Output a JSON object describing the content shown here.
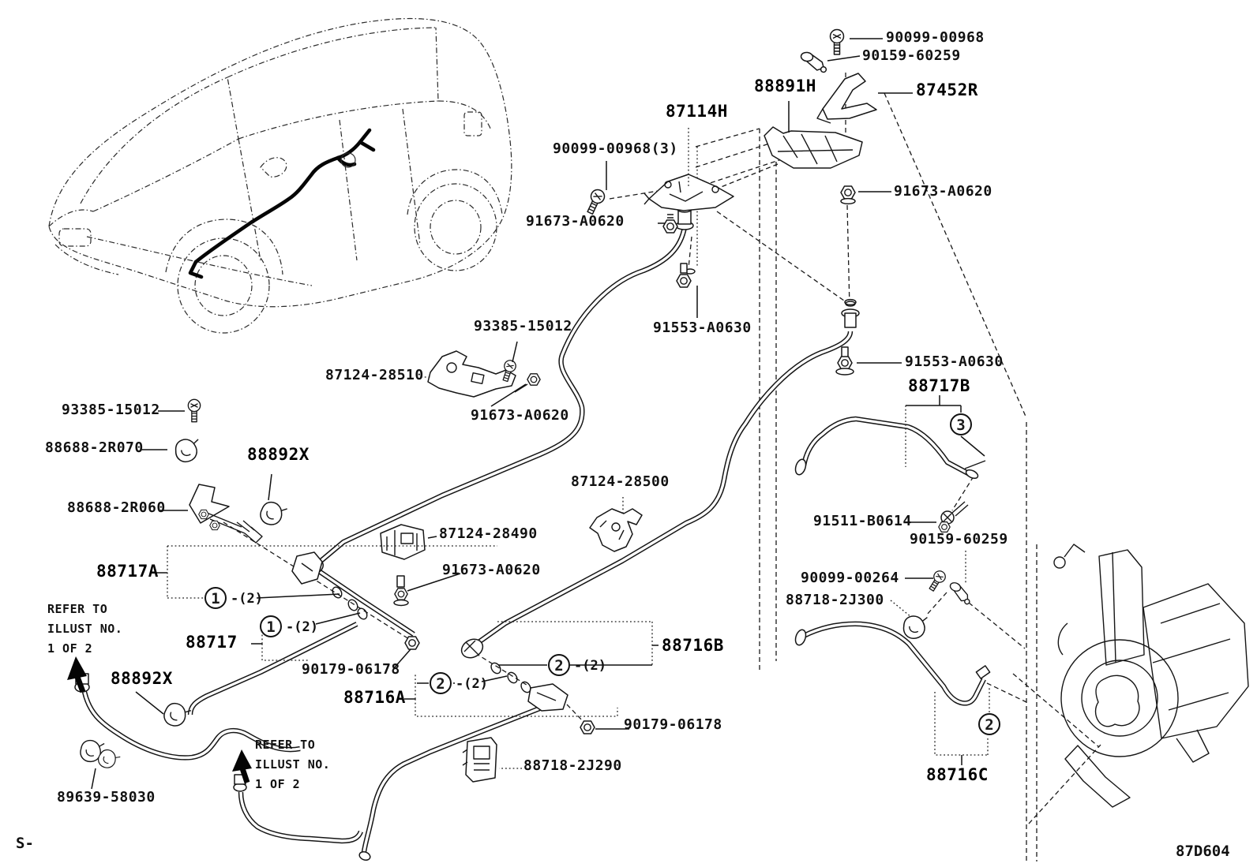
{
  "diagram": {
    "kind": "parts-diagram",
    "footer_left": "S-",
    "footer_right": "87D604"
  },
  "colors": {
    "ink": "#1b1b1b",
    "background": "#ffffff"
  },
  "labels": {
    "n90099_00968": "90099-00968",
    "n90159_60259": "90159-60259",
    "n88891H": "88891H",
    "n87452R": "87452R",
    "n91673_A0620": "91673-A0620",
    "n87114H": "87114H",
    "n90099_00968_3": "90099-00968(3)",
    "n91553_A0630": "91553-A0630",
    "n88717B": "88717B",
    "n93385_15012": "93385-15012",
    "n87124_28510": "87124-28510",
    "n88688_2R070": "88688-2R070",
    "n88892X": "88892X",
    "n88688_2R060": "88688-2R060",
    "n87124_28500": "87124-28500",
    "n87124_28490": "87124-28490",
    "n88717A": "88717A",
    "n88717": "88717",
    "n90179_06178": "90179-06178",
    "n88716B": "88716B",
    "n88716A": "88716A",
    "n88718_2J290": "88718-2J290",
    "n91511_B0614": "91511-B0614",
    "n90099_00264": "90099-00264",
    "n88718_2J300": "88718-2J300",
    "n88716C": "88716C",
    "n89639_58030": "89639-58030"
  },
  "balloons": {
    "one": "1",
    "two": "2",
    "three": "3",
    "qty2": "-(2)"
  },
  "notes": {
    "refer": "REFER TO\nILLUST NO.\n1 OF 2"
  }
}
